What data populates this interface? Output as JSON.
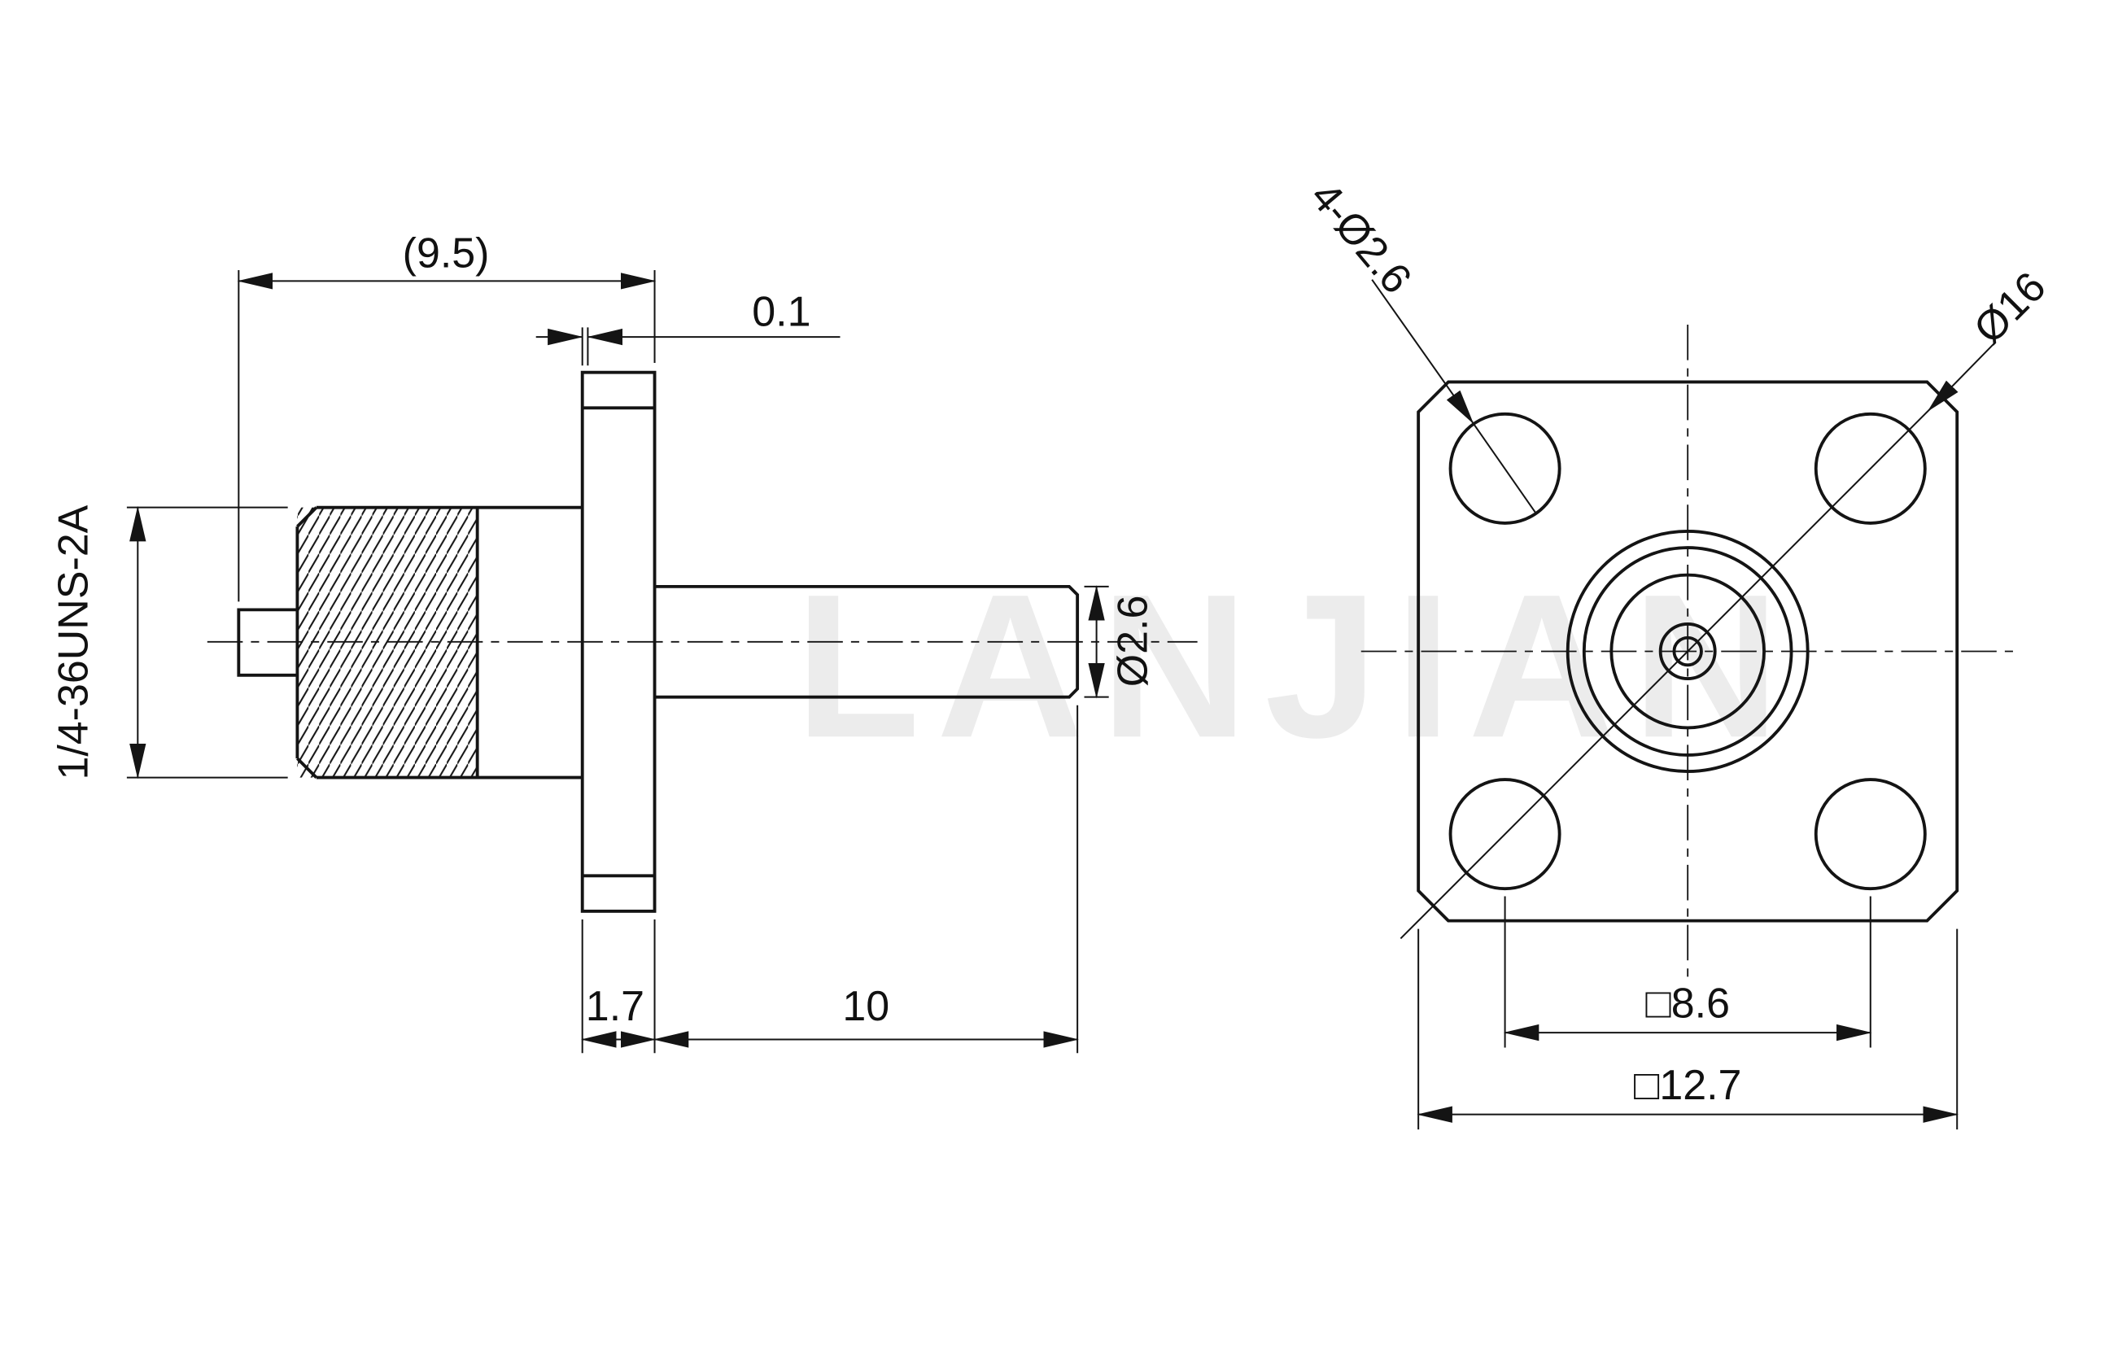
{
  "watermark": "LANJIAN",
  "side_view": {
    "dim_overall_length": "(9.5)",
    "dim_flange_face_offset": "0.1",
    "dim_coupling_thread": "1/4-36UNS-2A",
    "dim_terminal_diameter": "Ø2.6",
    "dim_flange_thickness": "1.7",
    "dim_terminal_length": "10"
  },
  "front_view": {
    "dim_mounting_holes": "4-Ø2.6",
    "dim_corner_circle_diameter": "Ø16",
    "dim_hole_square_spacing": "□8.6",
    "dim_flange_square_size": "□12.7"
  }
}
